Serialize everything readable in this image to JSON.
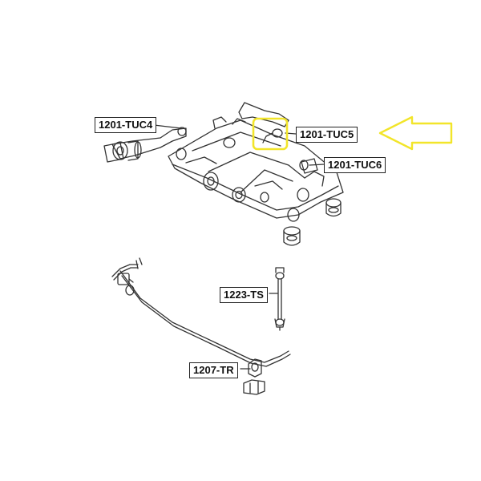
{
  "labels": {
    "tuc4": "1201-TUC4",
    "tuc5": "1201-TUC5",
    "tuc6": "1201-TUC6",
    "ts": "1223-TS",
    "tr": "1207-TR"
  },
  "colors": {
    "line": "#333333",
    "highlight": "#f2e52a",
    "arrow": "#f2e52a",
    "background": "#ffffff"
  }
}
